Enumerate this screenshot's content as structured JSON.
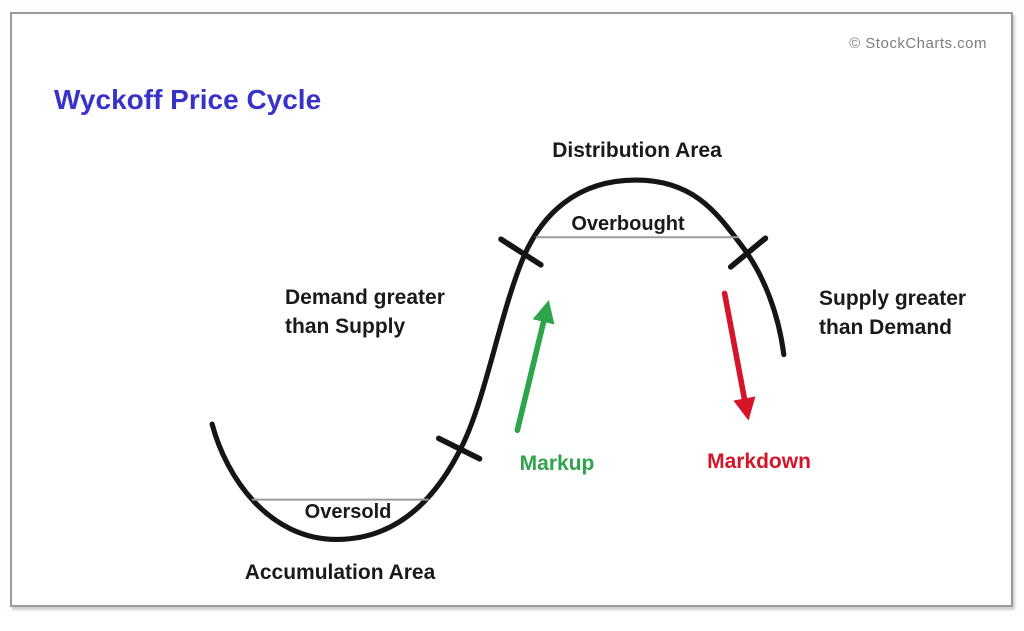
{
  "header": {
    "title": "Wyckoff Price Cycle",
    "copyright": "© StockCharts.com"
  },
  "diagram": {
    "distribution_area": "Distribution Area",
    "overbought": "Overbought",
    "oversold": "Oversold",
    "accumulation_area": "Accumulation Area",
    "demand_label": {
      "line1": "Demand greater",
      "line2": "than Supply"
    },
    "supply_label": {
      "line1": "Supply greater",
      "line2": "than Demand"
    },
    "markup": "Markup",
    "markdown": "Markdown",
    "icons": {
      "markup_arrow": "arrow-up-icon",
      "markdown_arrow": "arrow-down-icon",
      "tick_marks": "curve-tick-mark"
    }
  },
  "colors": {
    "title-blue": "#3832c8",
    "markup-green": "#2ea44b",
    "markdown-red": "#d5152a",
    "curve-black": "#151515",
    "label-black": "#1a1a1a",
    "frame-gray": "#9a9a9a",
    "zone-line-gray": "#9b9b9b",
    "copyright-gray": "#7d7d7d"
  }
}
